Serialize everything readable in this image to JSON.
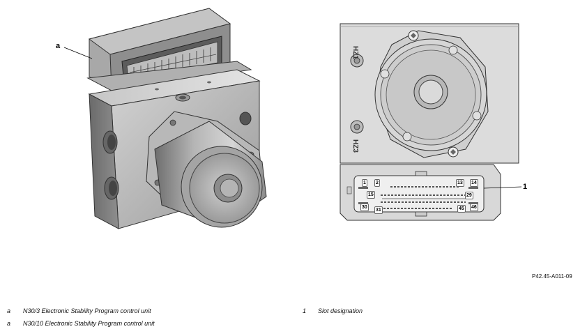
{
  "figure": {
    "reference_code": "P42.45-A011-09",
    "callouts": {
      "a": "a",
      "one": "1"
    },
    "unit_markings": {
      "top": "HZ1",
      "bottom": "HZ3"
    },
    "pins": [
      "1",
      "2",
      "13",
      "14",
      "15",
      "29",
      "30",
      "31",
      "45",
      "46"
    ]
  },
  "legend": [
    {
      "key": "a",
      "text": "N30/3 Electronic Stability Program control unit"
    },
    {
      "key": "a",
      "text": "N30/10 Electronic Stability Program control unit"
    },
    {
      "key": "1",
      "text": "Slot designation"
    }
  ]
}
